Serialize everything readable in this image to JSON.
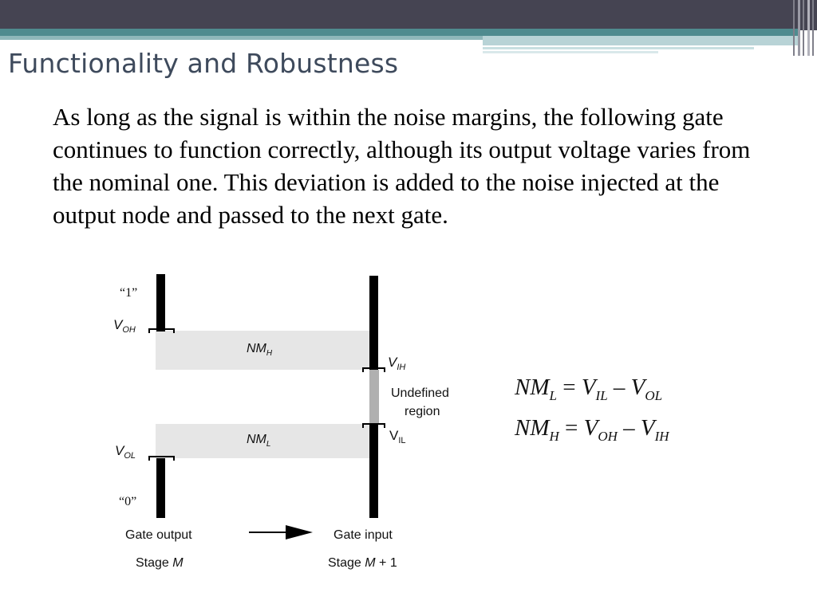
{
  "slide": {
    "title": "Functionality and Robustness",
    "body": "As long as the signal is within the noise margins, the following gate continues to function correctly, although its output voltage varies from the nominal one. This deviation is added to the noise injected at the output node and passed to the next gate."
  },
  "diagram": {
    "label_one": "“1”",
    "label_zero": "“0”",
    "voh": {
      "main": "V",
      "sub": "OH"
    },
    "vol": {
      "main": "V",
      "sub": "OL"
    },
    "vih": {
      "main": "V",
      "sub": "IH"
    },
    "vil": {
      "main": "V",
      "sub": "IL"
    },
    "nmh": {
      "main": "NM",
      "sub": "H"
    },
    "nml": {
      "main": "NM",
      "sub": "L"
    },
    "undefined_line1": "Undefined",
    "undefined_line2": "region",
    "gate_output": "Gate output",
    "gate_input": "Gate input",
    "stage_m_prefix": "Stage ",
    "stage_m": "M",
    "stage_m1_prefix": "Stage ",
    "stage_m1": "M",
    "stage_m1_suffix": " + 1"
  },
  "equations": {
    "nml": {
      "lhs": "NM",
      "lhs_sub": "L",
      "eq": " = ",
      "a": "V",
      "a_sub": "IL",
      "minus": " – ",
      "b": "V",
      "b_sub": "OL"
    },
    "nmh": {
      "lhs": "NM",
      "lhs_sub": "H",
      "eq": " = ",
      "a": "V",
      "a_sub": "OH",
      "minus": " – ",
      "b": "V",
      "b_sub": "IH"
    }
  }
}
